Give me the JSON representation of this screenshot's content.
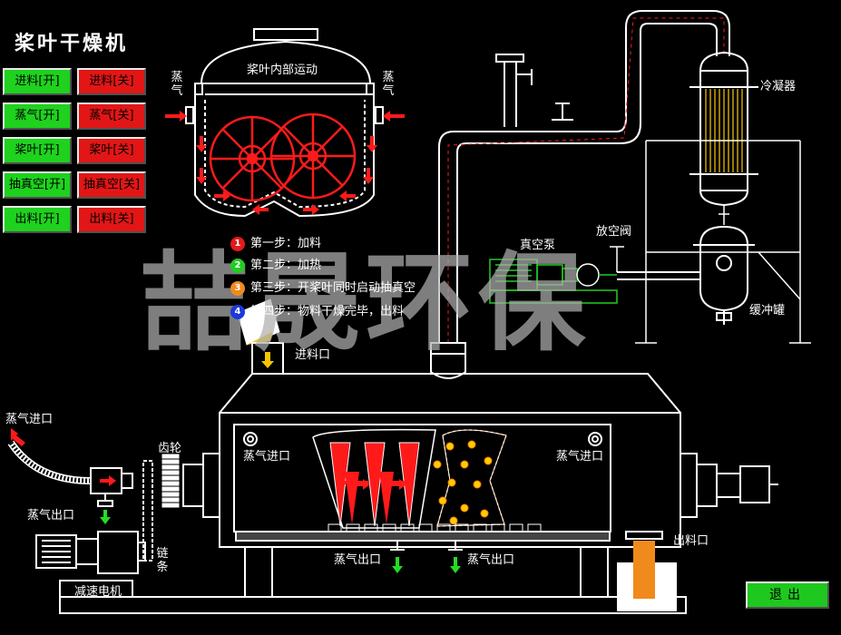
{
  "title": "桨叶干燥机",
  "controls": [
    {
      "on": "进料[开]",
      "off": "进料[关]"
    },
    {
      "on": "蒸气[开]",
      "off": "蒸气[关]"
    },
    {
      "on": "桨叶[开]",
      "off": "桨叶[关]"
    },
    {
      "on": "抽真空[开]",
      "off": "抽真空[关]"
    },
    {
      "on": "出料[开]",
      "off": "出料[关]"
    }
  ],
  "exit_label": "退出",
  "labels": {
    "internal_motion": "桨叶内部运动",
    "steam_left": "蒸气",
    "steam_right": "蒸气",
    "vacuum_pump": "真空泵",
    "vent_valve": "放空阀",
    "condenser": "冷凝器",
    "buffer_tank": "缓冲罐",
    "feed_inlet": "进料口",
    "steam_inlet_outer": "蒸气进口",
    "steam_outlet_outer": "蒸气出口",
    "gear": "齿轮",
    "chain": "链条",
    "reducer_motor": "减速电机",
    "steam_inlet_left": "蒸气进口",
    "steam_inlet_right": "蒸气进口",
    "steam_outlet_1": "蒸气出口",
    "steam_outlet_2": "蒸气出口",
    "discharge": "出料口"
  },
  "steps": [
    {
      "num": "1",
      "text": "第一步：加料",
      "color": "#e21a1a"
    },
    {
      "num": "2",
      "text": "第二步：加热",
      "color": "#22cc22"
    },
    {
      "num": "3",
      "text": "第三步：开桨叶同时启动抽真空",
      "color": "#f08a1c"
    },
    {
      "num": "4",
      "text": "第四步：物料干燥完毕，出料",
      "color": "#1a3adc"
    }
  ],
  "watermark": "喆晟环保",
  "colors": {
    "on": "#1ed21e",
    "off": "#e21616",
    "accent_red": "#ff1a1a",
    "flow_green": "#22dd22",
    "discharge_orange": "#f08a1c"
  }
}
